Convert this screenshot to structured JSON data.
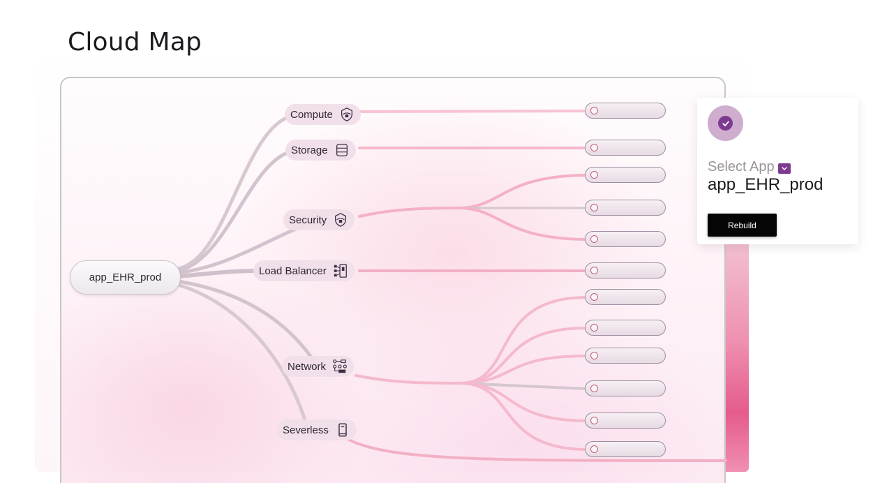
{
  "page": {
    "title": "Cloud Map"
  },
  "map": {
    "root": {
      "label": "app_EHR_prod"
    },
    "services": [
      {
        "label": "Compute",
        "icon": "shield-lock-icon"
      },
      {
        "label": "Storage",
        "icon": "database-icon"
      },
      {
        "label": "Security",
        "icon": "shield-lock-icon"
      },
      {
        "label": "Load Balancer",
        "icon": "load-balancer-icon"
      },
      {
        "label": "Network",
        "icon": "network-topology-icon"
      },
      {
        "label": "Severless",
        "icon": "mobile-device-icon"
      }
    ],
    "leaf_count": 13
  },
  "panel": {
    "select_label": "Select App",
    "app_name": "app_EHR_prod",
    "rebuild_label": "Rebuild"
  },
  "colors": {
    "accent": "#7d3a91",
    "badge": "#cfadcf",
    "link_pink": "#f7b9cc",
    "link_grey": "#cdbec9",
    "button": "#050505"
  }
}
